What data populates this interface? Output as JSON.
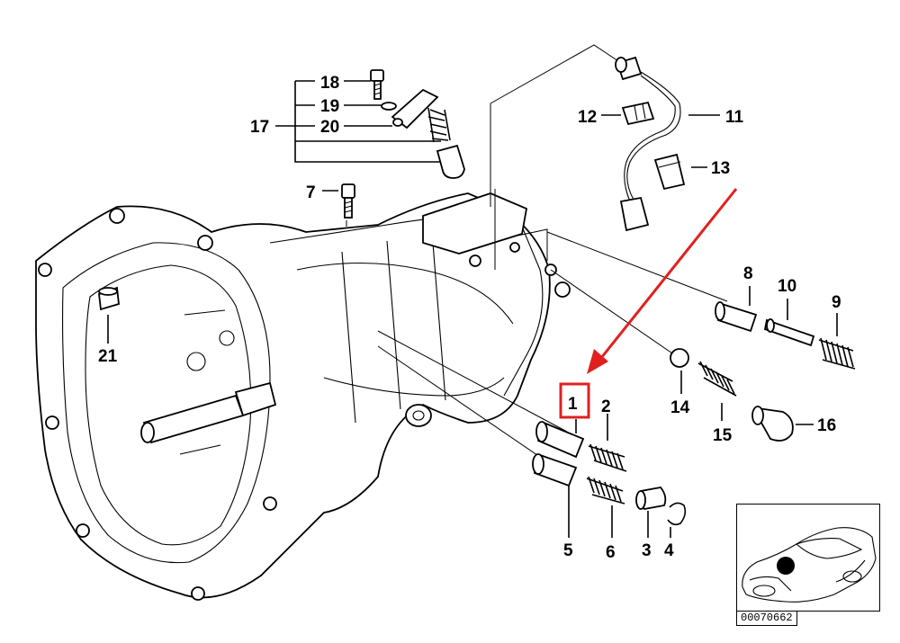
{
  "labels": {
    "l1": "1",
    "l2": "2",
    "l3": "3",
    "l4": "4",
    "l5": "5",
    "l6": "6",
    "l7": "7",
    "l8": "8",
    "l9": "9",
    "l10": "10",
    "l11": "11",
    "l12": "12",
    "l13": "13",
    "l14": "14",
    "l15": "15",
    "l16": "16",
    "l17": "17",
    "l18": "18",
    "l19": "19",
    "l20": "20",
    "l21": "21"
  },
  "catalog_number": "00070662",
  "highlight": {
    "part": "1",
    "color": "#e02020"
  }
}
